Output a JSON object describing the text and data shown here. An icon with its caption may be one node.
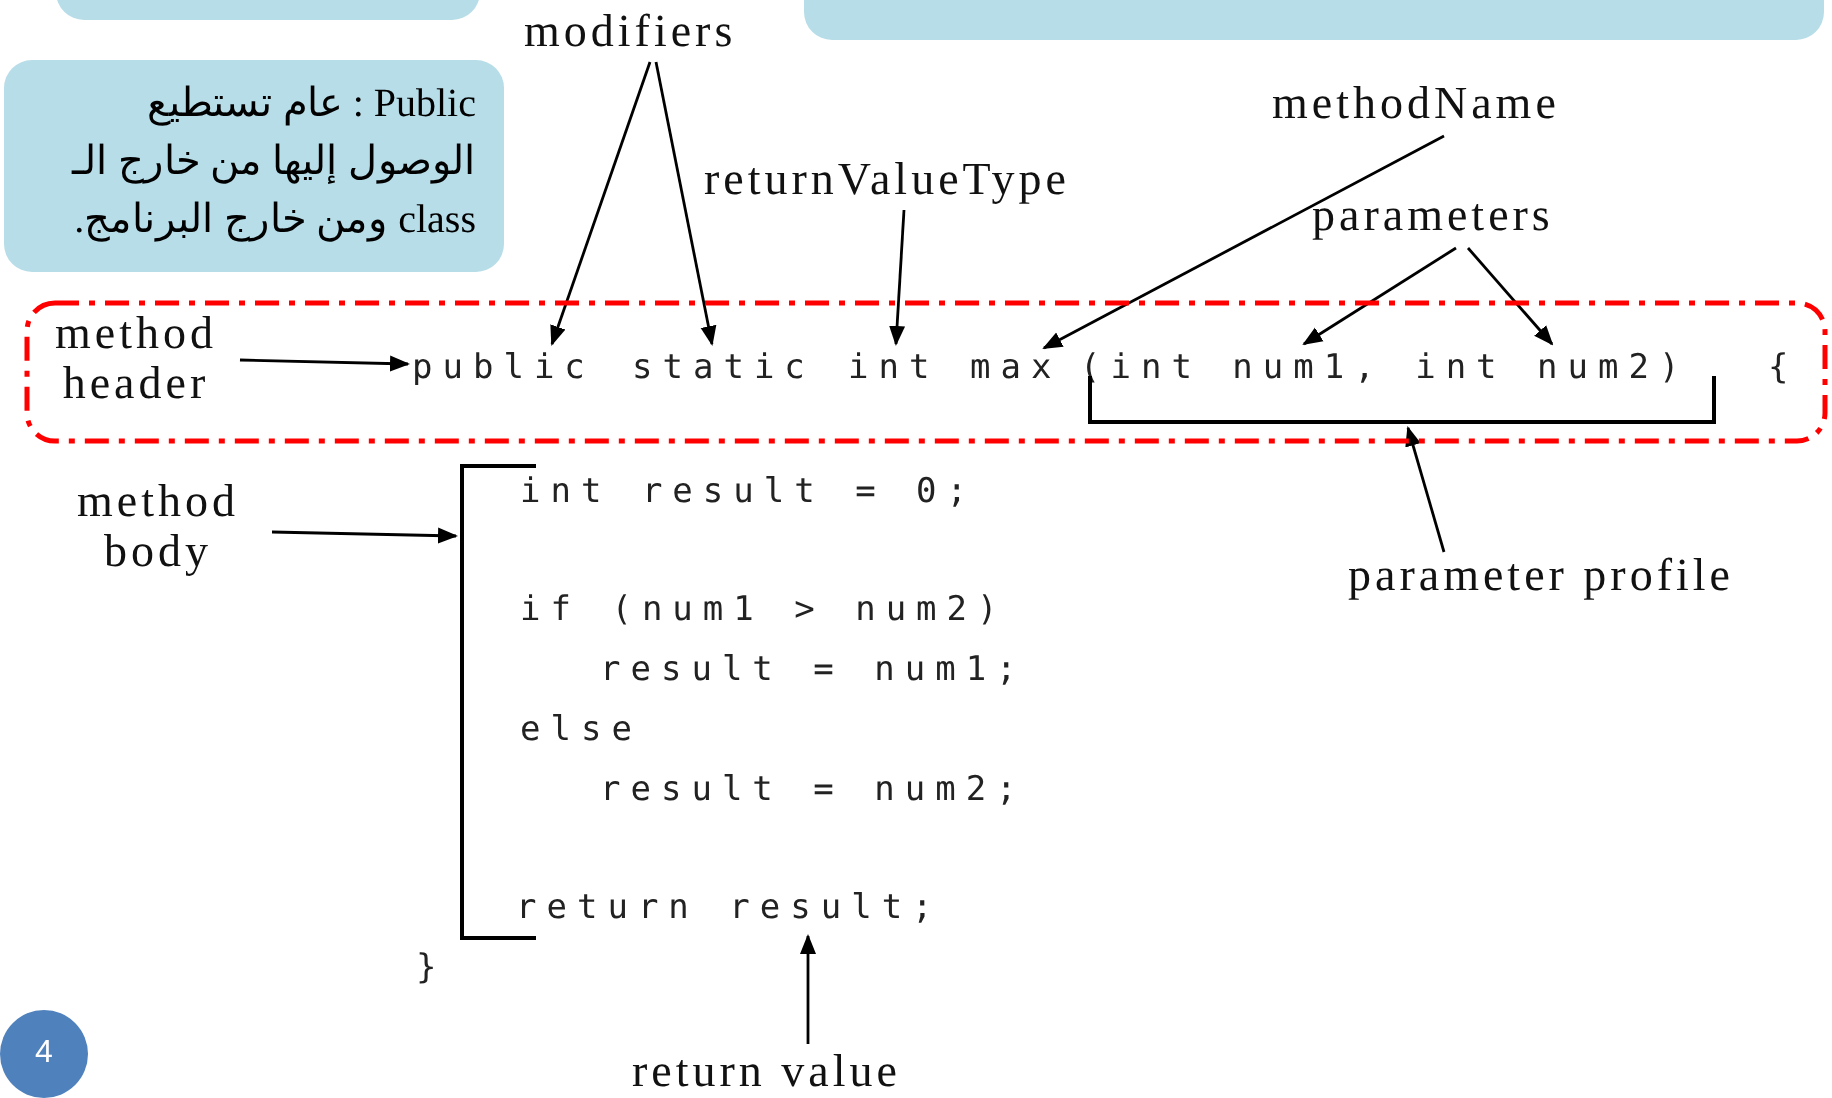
{
  "diagram": {
    "nodes": [
      {
        "text": [],
        "shape": "box"
      },
      {
        "text": [],
        "shape": "box"
      },
      {
        "text": [
          "Public : عام تستطيع الوصول إليها من خارج الـ class ومن خارج البرنامج."
        ]
      },
      {
        "text": [
          "modifiers"
        ]
      },
      {
        "text": [
          "returnValueType"
        ]
      },
      {
        "text": [
          "methodName"
        ]
      },
      {
        "text": [
          "parameters"
        ]
      },
      {
        "text": [],
        "shape": "box"
      },
      {
        "text": [
          "method header"
        ],
        "in": 7
      },
      {
        "text": [
          "public"
        ],
        "in": 7
      },
      {
        "text": [
          "static"
        ],
        "in": 7
      },
      {
        "text": [
          "int"
        ],
        "in": 7
      },
      {
        "text": [
          "max"
        ],
        "in": 7
      },
      {
        "text": [
          "(int num1, int num2)"
        ],
        "in": 7
      },
      {
        "text": [
          "{"
        ],
        "in": 7
      },
      {
        "text": [
          "method body"
        ]
      },
      {
        "text": [
          "int result = 0;",
          "if (num1 > num2)",
          "result = num1;",
          "else",
          "result = num2;"
        ]
      },
      {
        "text": [
          "return result;"
        ],
        "in": 16
      },
      {
        "text": [
          "return value"
        ]
      },
      {
        "text": [
          "parameter profile"
        ]
      }
    ],
    "edges": [
      {
        "from": 3,
        "to": 9,
        "arrow": "to"
      },
      {
        "from": 3,
        "to": 10,
        "arrow": "to"
      },
      {
        "from": 4,
        "to": 11,
        "arrow": "to"
      },
      {
        "from": 5,
        "to": 12,
        "arrow": "to"
      },
      {
        "from": 6,
        "to": 13,
        "arrow": "to"
      },
      {
        "from": 6,
        "to": 13,
        "arrow": "to"
      },
      {
        "from": 8,
        "to": 9,
        "arrow": "to"
      },
      {
        "from": 19,
        "to": 13,
        "arrow": "to"
      },
      {
        "from": 15,
        "to": 16,
        "arrow": "to"
      },
      {
        "from": 18,
        "to": 17,
        "arrow": "to"
      }
    ],
    "labels": [
      "}",
      "4"
    ]
  }
}
